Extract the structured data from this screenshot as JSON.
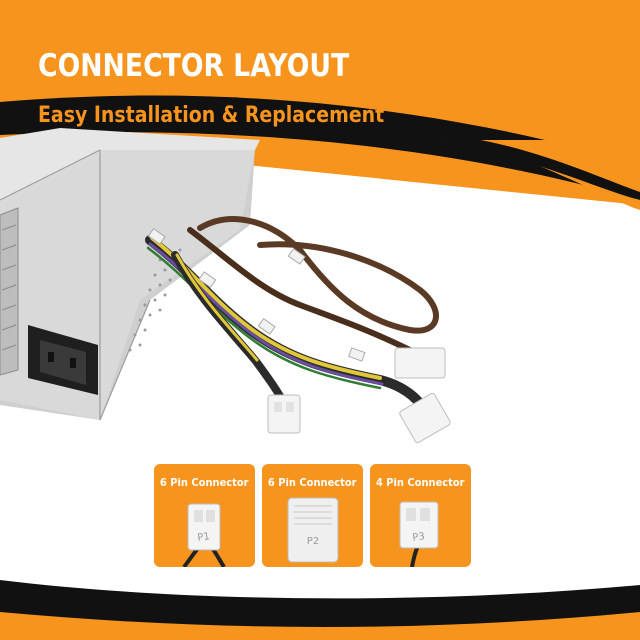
{
  "banner": {
    "title": "CONNECTOR LAYOUT",
    "subtitle": "Easy Installation & Replacement"
  },
  "connectors": [
    {
      "label": "6 Pin Connector",
      "mark": "P1"
    },
    {
      "label": "6 Pin Connector",
      "mark": "P2"
    },
    {
      "label": "4 Pin Connector",
      "mark": "P3"
    }
  ],
  "colors": {
    "accent": "#f7941d",
    "band": "#111111",
    "background": "#ffffff",
    "psu_body": "#d4d4d4",
    "cable": "#5a3a24"
  }
}
